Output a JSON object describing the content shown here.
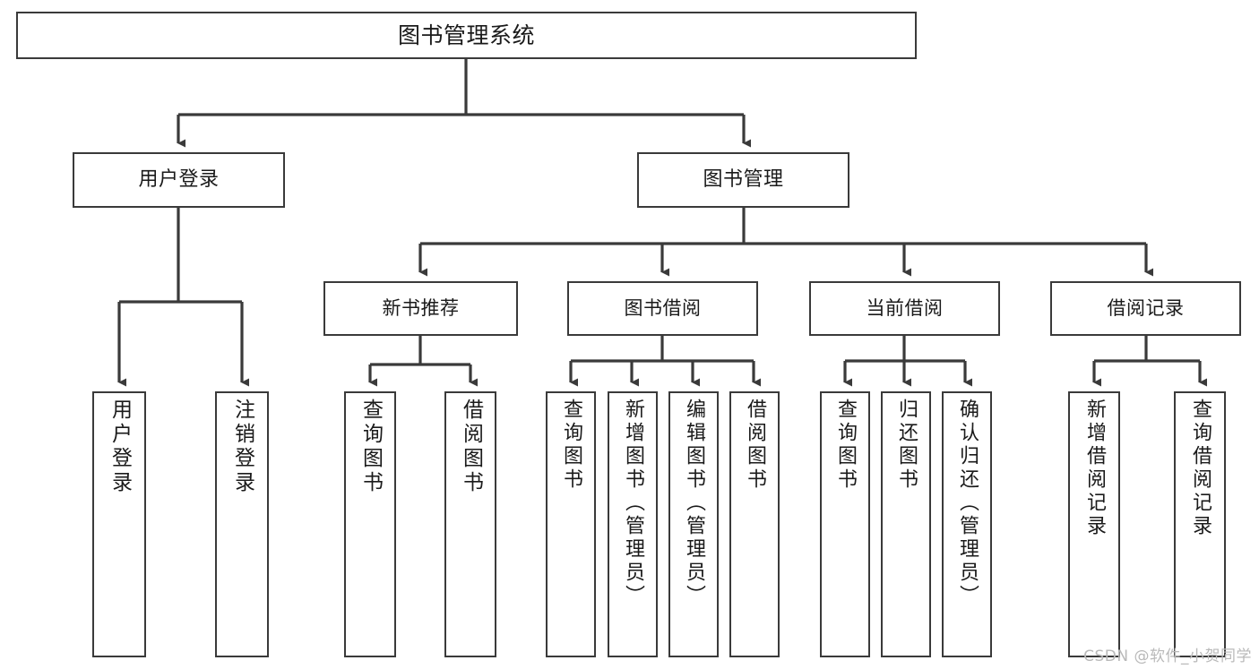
{
  "diagram": {
    "title_node": {
      "label": "图书管理系统"
    },
    "watermark": "CSDN @软件_小贺同学",
    "colors": {
      "background": "#ffffff",
      "box_fill": "#ffffff",
      "box_stroke": "#3a3a3a",
      "connector": "#3a3a3a",
      "text": "#1a1a1a",
      "watermark": "#b9b9b9"
    },
    "level2": [
      {
        "label": "用户登录"
      },
      {
        "label": "图书管理"
      }
    ],
    "level3": [
      {
        "label": "新书推荐"
      },
      {
        "label": "图书借阅"
      },
      {
        "label": "当前借阅"
      },
      {
        "label": "借阅记录"
      }
    ],
    "leaves": {
      "user_login": [
        {
          "label": "用户登录"
        },
        {
          "label": "注销登录"
        }
      ],
      "new_book_recommend": [
        {
          "label": "查询图书"
        },
        {
          "label": "借阅图书"
        }
      ],
      "book_borrow": [
        {
          "label": "查询图书"
        },
        {
          "label": "新增图书（管理员）"
        },
        {
          "label": "编辑图书（管理员）"
        },
        {
          "label": "借阅图书"
        }
      ],
      "current_borrow": [
        {
          "label": "查询图书"
        },
        {
          "label": "归还图书"
        },
        {
          "label": "确认归还（管理员）"
        }
      ],
      "borrow_record": [
        {
          "label": "新增借阅记录"
        },
        {
          "label": "查询借阅记录"
        }
      ]
    }
  }
}
